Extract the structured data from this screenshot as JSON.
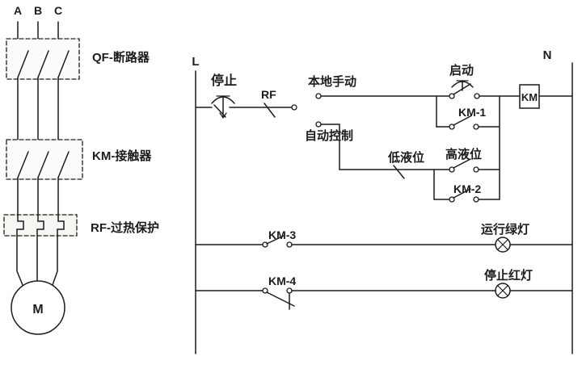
{
  "power": {
    "phase_a": "A",
    "phase_b": "B",
    "phase_c": "C",
    "breaker_label": "QF-断路器",
    "contactor_label": "KM-接触器",
    "overload_label": "RF-过热保护",
    "motor_label": "M"
  },
  "control": {
    "line_label": "L",
    "neutral_label": "N",
    "stop_button_label": "停止",
    "overload_contact_label": "RF",
    "manual_mode_label": "本地手动",
    "auto_mode_label": "自动控制",
    "start_button_label": "启动",
    "km1_contact_label": "KM-1",
    "low_level_label": "低液位",
    "high_level_label": "高液位",
    "km2_contact_label": "KM-2",
    "coil_label": "KM",
    "km3_contact_label": "KM-3",
    "run_lamp_label": "运行绿灯",
    "km4_contact_label": "KM-4",
    "stop_lamp_label": "停止红灯"
  },
  "colors": {
    "line": "#1c1c1c",
    "background": "#ffffff"
  }
}
